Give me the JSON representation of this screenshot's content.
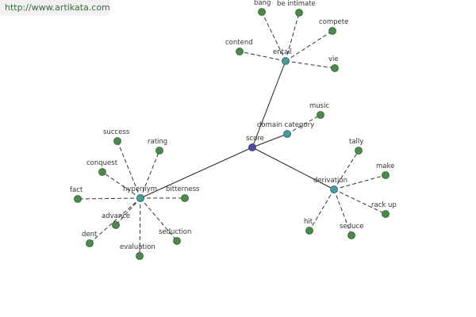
{
  "watermark": {
    "url": "http://www.artikata.com"
  },
  "colors": {
    "leaf": "#4a8a4a",
    "hub": "#4a9a9a",
    "root": "#4a50a0"
  },
  "graph": {
    "root": "score",
    "nodes": [
      {
        "id": "score",
        "label": "score",
        "kind": "root"
      },
      {
        "id": "entail",
        "label": "entail",
        "kind": "hub"
      },
      {
        "id": "hypernym",
        "label": "hypernym",
        "kind": "hub"
      },
      {
        "id": "derivation",
        "label": "derivation",
        "kind": "hub"
      },
      {
        "id": "domain_category",
        "label": "domain category",
        "kind": "hub"
      },
      {
        "id": "bang",
        "label": "bang",
        "kind": "leaf"
      },
      {
        "id": "be_intimate",
        "label": "be intimate",
        "kind": "leaf"
      },
      {
        "id": "compete",
        "label": "compete",
        "kind": "leaf"
      },
      {
        "id": "contend",
        "label": "contend",
        "kind": "leaf"
      },
      {
        "id": "vie",
        "label": "vie",
        "kind": "leaf"
      },
      {
        "id": "music",
        "label": "music",
        "kind": "leaf"
      },
      {
        "id": "success",
        "label": "success",
        "kind": "leaf"
      },
      {
        "id": "rating",
        "label": "rating",
        "kind": "leaf"
      },
      {
        "id": "conquest",
        "label": "conquest",
        "kind": "leaf"
      },
      {
        "id": "fact",
        "label": "fact",
        "kind": "leaf"
      },
      {
        "id": "bitterness",
        "label": "bitterness",
        "kind": "leaf"
      },
      {
        "id": "advance",
        "label": "advance",
        "kind": "leaf"
      },
      {
        "id": "dent",
        "label": "dent",
        "kind": "leaf"
      },
      {
        "id": "evaluation",
        "label": "evaluation",
        "kind": "leaf"
      },
      {
        "id": "seduction",
        "label": "seduction",
        "kind": "leaf"
      },
      {
        "id": "tally",
        "label": "tally",
        "kind": "leaf"
      },
      {
        "id": "make",
        "label": "make",
        "kind": "leaf"
      },
      {
        "id": "rack_up",
        "label": "rack up",
        "kind": "leaf"
      },
      {
        "id": "seduce",
        "label": "seduce",
        "kind": "leaf"
      },
      {
        "id": "hit",
        "label": "hit",
        "kind": "leaf"
      }
    ],
    "edges": [
      {
        "from": "score",
        "to": "entail",
        "style": "solid"
      },
      {
        "from": "score",
        "to": "hypernym",
        "style": "solid"
      },
      {
        "from": "score",
        "to": "derivation",
        "style": "solid"
      },
      {
        "from": "score",
        "to": "domain_category",
        "style": "solid"
      },
      {
        "from": "entail",
        "to": "bang",
        "style": "dashed"
      },
      {
        "from": "entail",
        "to": "be_intimate",
        "style": "dashed"
      },
      {
        "from": "entail",
        "to": "compete",
        "style": "dashed"
      },
      {
        "from": "entail",
        "to": "contend",
        "style": "dashed"
      },
      {
        "from": "entail",
        "to": "vie",
        "style": "dashed"
      },
      {
        "from": "domain_category",
        "to": "music",
        "style": "dashed"
      },
      {
        "from": "hypernym",
        "to": "success",
        "style": "dashed"
      },
      {
        "from": "hypernym",
        "to": "rating",
        "style": "dashed"
      },
      {
        "from": "hypernym",
        "to": "conquest",
        "style": "dashed"
      },
      {
        "from": "hypernym",
        "to": "fact",
        "style": "dashed"
      },
      {
        "from": "hypernym",
        "to": "bitterness",
        "style": "dashed"
      },
      {
        "from": "hypernym",
        "to": "advance",
        "style": "dashed"
      },
      {
        "from": "hypernym",
        "to": "dent",
        "style": "dashed"
      },
      {
        "from": "hypernym",
        "to": "evaluation",
        "style": "dashed"
      },
      {
        "from": "hypernym",
        "to": "seduction",
        "style": "dashed"
      },
      {
        "from": "derivation",
        "to": "tally",
        "style": "dashed"
      },
      {
        "from": "derivation",
        "to": "make",
        "style": "dashed"
      },
      {
        "from": "derivation",
        "to": "rack_up",
        "style": "dashed"
      },
      {
        "from": "derivation",
        "to": "seduce",
        "style": "dashed"
      },
      {
        "from": "derivation",
        "to": "hit",
        "style": "dashed"
      }
    ]
  }
}
